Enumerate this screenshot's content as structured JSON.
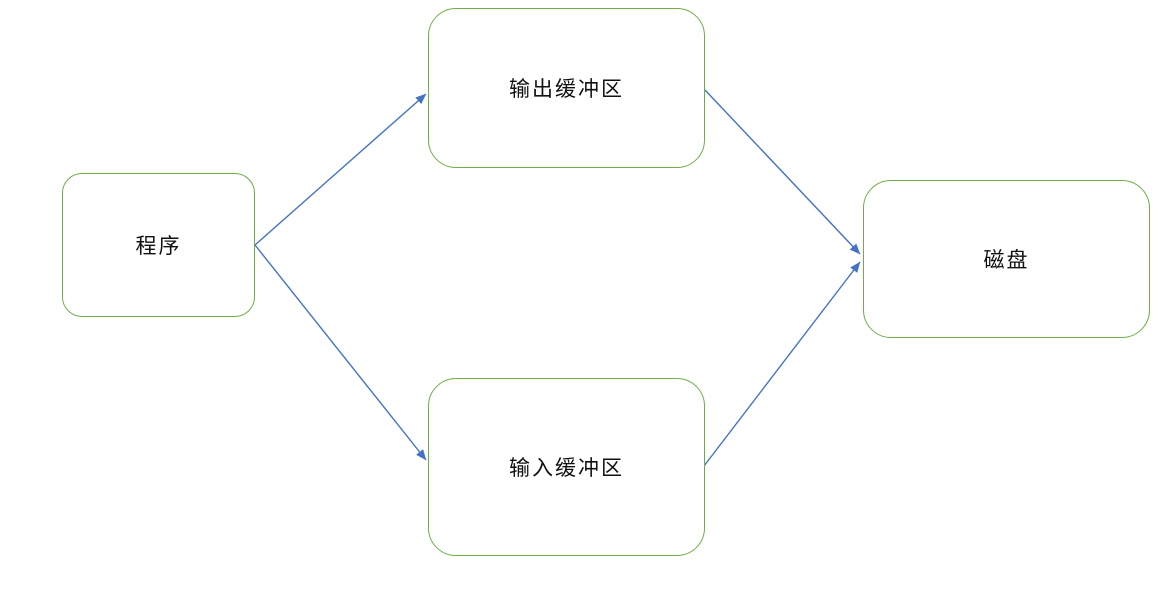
{
  "diagram": {
    "title": "",
    "nodes": [
      {
        "id": "program",
        "label": "程序"
      },
      {
        "id": "output-buffer",
        "label": "输出缓冲区"
      },
      {
        "id": "input-buffer",
        "label": "输入缓冲区"
      },
      {
        "id": "disk",
        "label": "磁盘"
      }
    ],
    "edges": [
      {
        "from": "program",
        "to": "output-buffer"
      },
      {
        "from": "program",
        "to": "input-buffer"
      },
      {
        "from": "output-buffer",
        "to": "disk"
      },
      {
        "from": "input-buffer",
        "to": "disk"
      }
    ],
    "colors": {
      "node_border": "#70AD47",
      "arrow": "#4472C4",
      "text": "#111111",
      "background": "#FFFFFF"
    }
  }
}
